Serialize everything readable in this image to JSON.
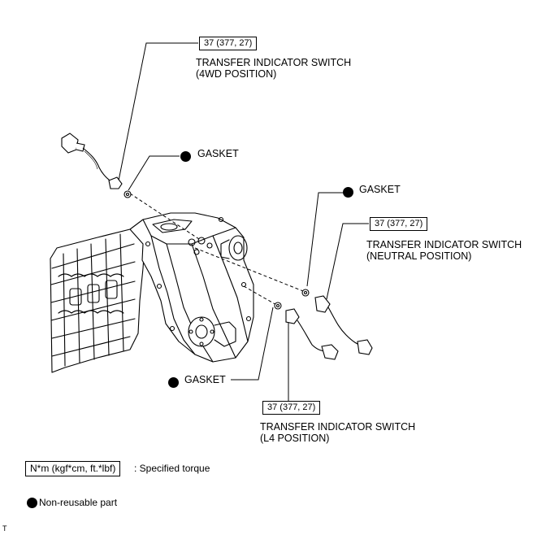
{
  "callouts": {
    "switch_4wd": {
      "torque": "37 (377, 27)",
      "name_line1": "TRANSFER INDICATOR SWITCH",
      "name_line2": "(4WD POSITION)"
    },
    "gasket_4wd": {
      "label": "GASKET"
    },
    "gasket_neutral": {
      "label": "GASKET"
    },
    "switch_neutral": {
      "torque": "37 (377, 27)",
      "name_line1": "TRANSFER INDICATOR SWITCH",
      "name_line2": "(NEUTRAL POSITION)"
    },
    "gasket_l4": {
      "label": "GASKET"
    },
    "switch_l4": {
      "torque": "37 (377, 27)",
      "name_line1": "TRANSFER INDICATOR SWITCH",
      "name_line2": "(L4 POSITION)"
    }
  },
  "legend": {
    "torque_unit": "N*m (kgf*cm, ft.*lbf)",
    "torque_desc": ": Specified torque",
    "non_reusable": "Non-reusable part"
  },
  "corner_mark": "T"
}
